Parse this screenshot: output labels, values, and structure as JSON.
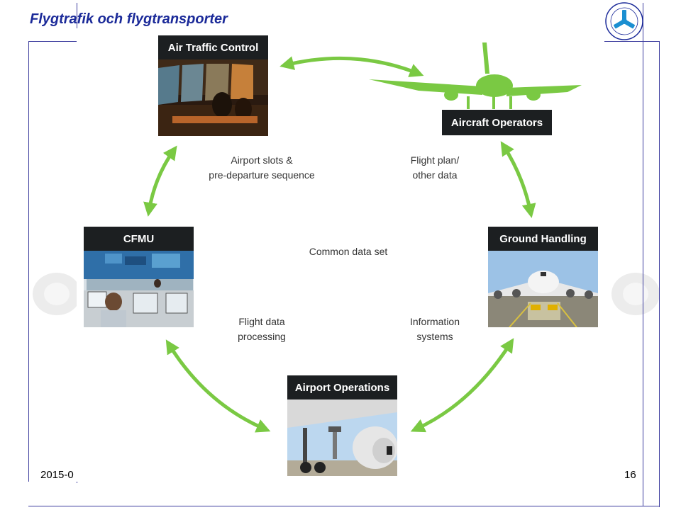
{
  "slide": {
    "title": "Flygtrafik och flygtransporter",
    "date": "2015-0",
    "page_number": "16"
  },
  "diagram": {
    "nodes": {
      "atc": "Air Traffic Control",
      "aircraft_operators": "Aircraft Operators",
      "cfmu": "CFMU",
      "ground_handling": "Ground Handling",
      "airport_operations": "Airport Operations"
    },
    "links": {
      "top_left": [
        "Airport slots &",
        "pre-departure sequence"
      ],
      "top_right": [
        "Flight plan/",
        "other data"
      ],
      "center": "Common data set",
      "bottom_left": [
        "Flight data",
        "processing"
      ],
      "bottom_right": [
        "Information",
        "systems"
      ]
    }
  },
  "colors": {
    "accent": "#7ac943",
    "title": "#1b2a99",
    "header_bg": "#1c1f21",
    "frame": "#3d3d9e"
  }
}
